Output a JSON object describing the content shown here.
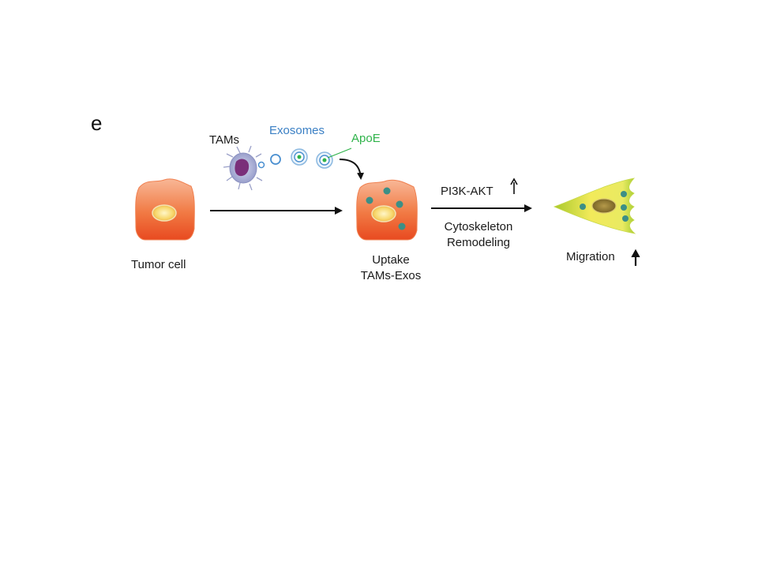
{
  "panel_letter": "e",
  "source_label": "TAMs",
  "vesicle_label": "Exosomes",
  "cargo_label": "ApoE",
  "cells": {
    "tumor": "Tumor cell",
    "uptake_line1": "Uptake",
    "uptake_line2": "TAMs-Exos",
    "migration": "Migration"
  },
  "pathway": {
    "signal": "PI3K-AKT",
    "effect_line1": "Cytoskeleton",
    "effect_line2": "Remodeling"
  },
  "colors": {
    "exosome_label": "#3a7fc4",
    "apoe_label": "#2fb34a",
    "tumor_cell_top": "#f7b08a",
    "tumor_cell_bottom": "#ea4d22",
    "nucleus_fill": "#f6d36a",
    "vesicle_dot": "#3c8f86",
    "migrating_cell_light": "#f5ec58",
    "migrating_cell_dark": "#9cc82d",
    "tam_cell": "#a8aed6",
    "tam_nucleus": "#7a2f7a"
  },
  "icons": [
    "tumor-cell-icon",
    "tam-macrophage-icon",
    "exosome-icon",
    "uptake-cell-icon",
    "migrating-cell-icon",
    "up-arrow-icon"
  ]
}
